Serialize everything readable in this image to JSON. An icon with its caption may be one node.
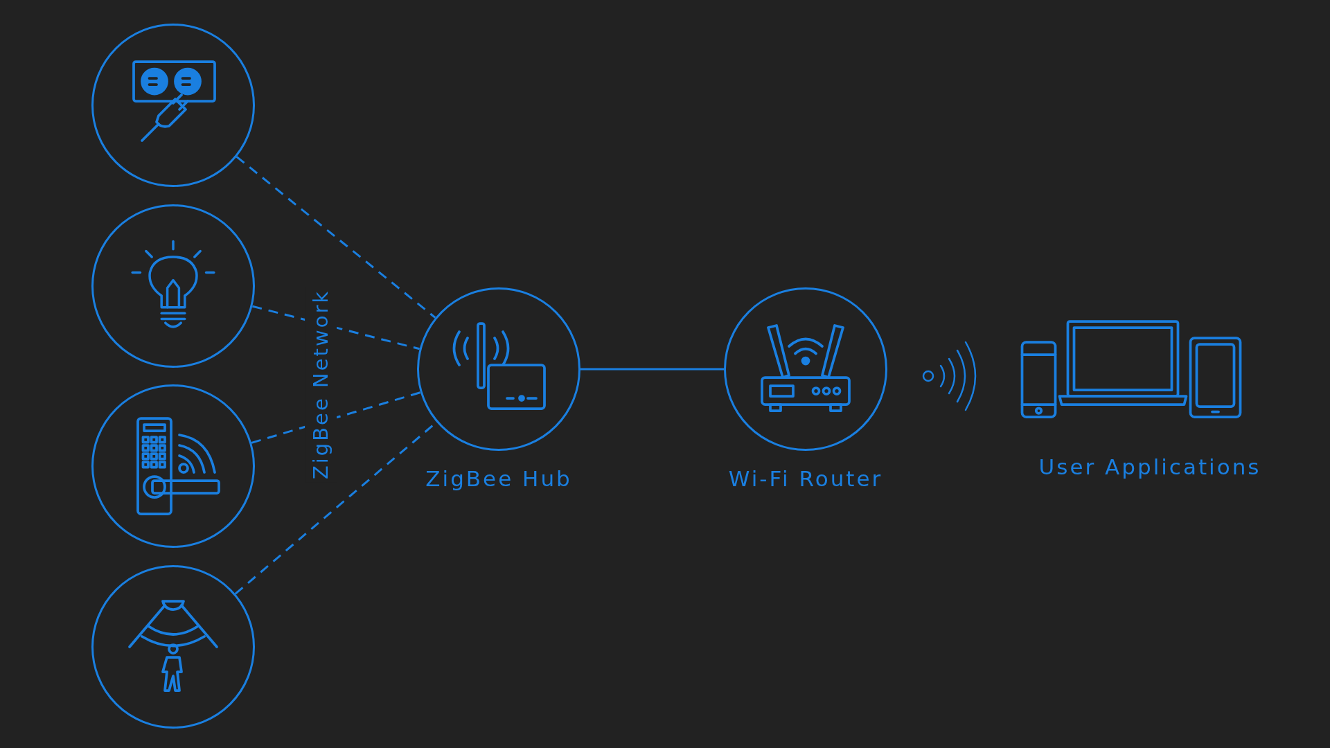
{
  "diagram": {
    "nodes": [
      {
        "text": [],
        "shape": "circle"
      },
      {
        "text": [],
        "shape": "circle"
      },
      {
        "text": [],
        "shape": "circle"
      },
      {
        "text": [],
        "shape": "circle"
      },
      {
        "text": [
          "ZigBee Hub"
        ]
      },
      {
        "text": [
          "Wi-Fi Router"
        ]
      },
      {
        "text": [
          "User Applications"
        ]
      }
    ],
    "edges": [
      {
        "from": 0,
        "to": 4,
        "arrow": "none",
        "style": "dashed"
      },
      {
        "from": 1,
        "to": 4,
        "arrow": "none",
        "style": "dashed"
      },
      {
        "from": 2,
        "to": 4,
        "arrow": "none",
        "style": "dashed"
      },
      {
        "from": 3,
        "to": 4,
        "arrow": "none",
        "style": "dashed"
      },
      {
        "from": 4,
        "to": 5,
        "arrow": "none"
      }
    ],
    "labels": [
      "ZigBee Network"
    ]
  }
}
